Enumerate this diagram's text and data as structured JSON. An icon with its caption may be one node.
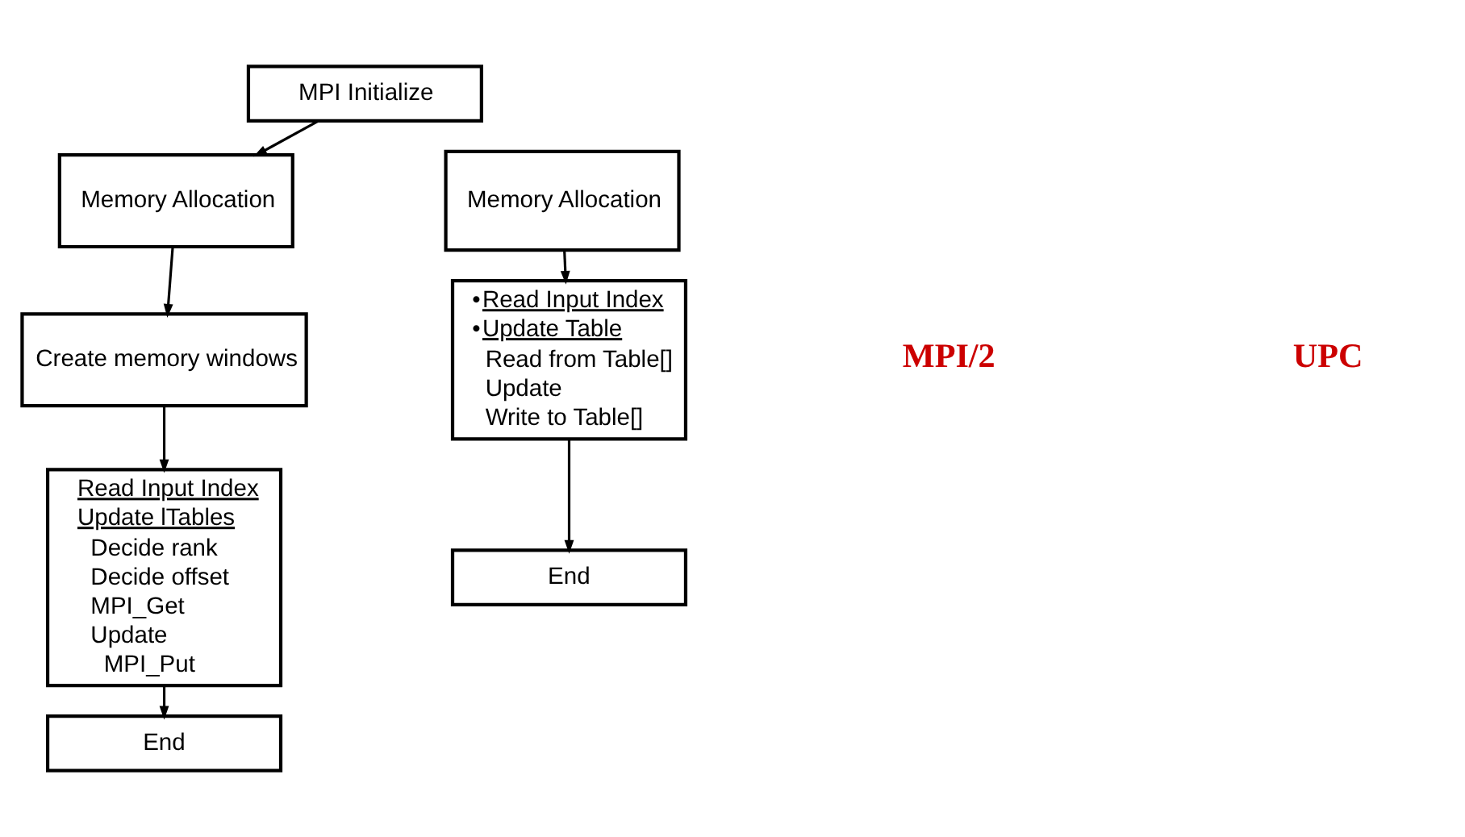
{
  "diagram": {
    "nodes": [
      {
        "text": [
          "MPI Initialize"
        ]
      },
      {
        "text": [
          "Memory Allocation"
        ]
      },
      {
        "text": [
          "Create memory windows"
        ]
      },
      {
        "text": [
          "Read Input Index",
          "Update lTables",
          "Decide rank",
          "Decide offset",
          "MPI_Get",
          "Update",
          "MPI_Put"
        ]
      },
      {
        "text": [
          "End"
        ]
      },
      {
        "text": [
          "Memory Allocation"
        ]
      },
      {
        "text": [
          "•Read Input Index",
          "•Update Table",
          "Read from Table[]",
          "Update",
          "Write to Table[]"
        ]
      },
      {
        "text": [
          "End"
        ]
      }
    ],
    "edges": [
      {
        "from": 0,
        "to": 1,
        "arrow": "to"
      },
      {
        "from": 1,
        "to": 2,
        "arrow": "to"
      },
      {
        "from": 2,
        "to": 3,
        "arrow": "to"
      },
      {
        "from": 3,
        "to": 4,
        "arrow": "to"
      },
      {
        "from": 5,
        "to": 6,
        "arrow": "to"
      },
      {
        "from": 6,
        "to": 7,
        "arrow": "to"
      }
    ],
    "labels": [
      "MPI/2",
      "UPC"
    ]
  }
}
